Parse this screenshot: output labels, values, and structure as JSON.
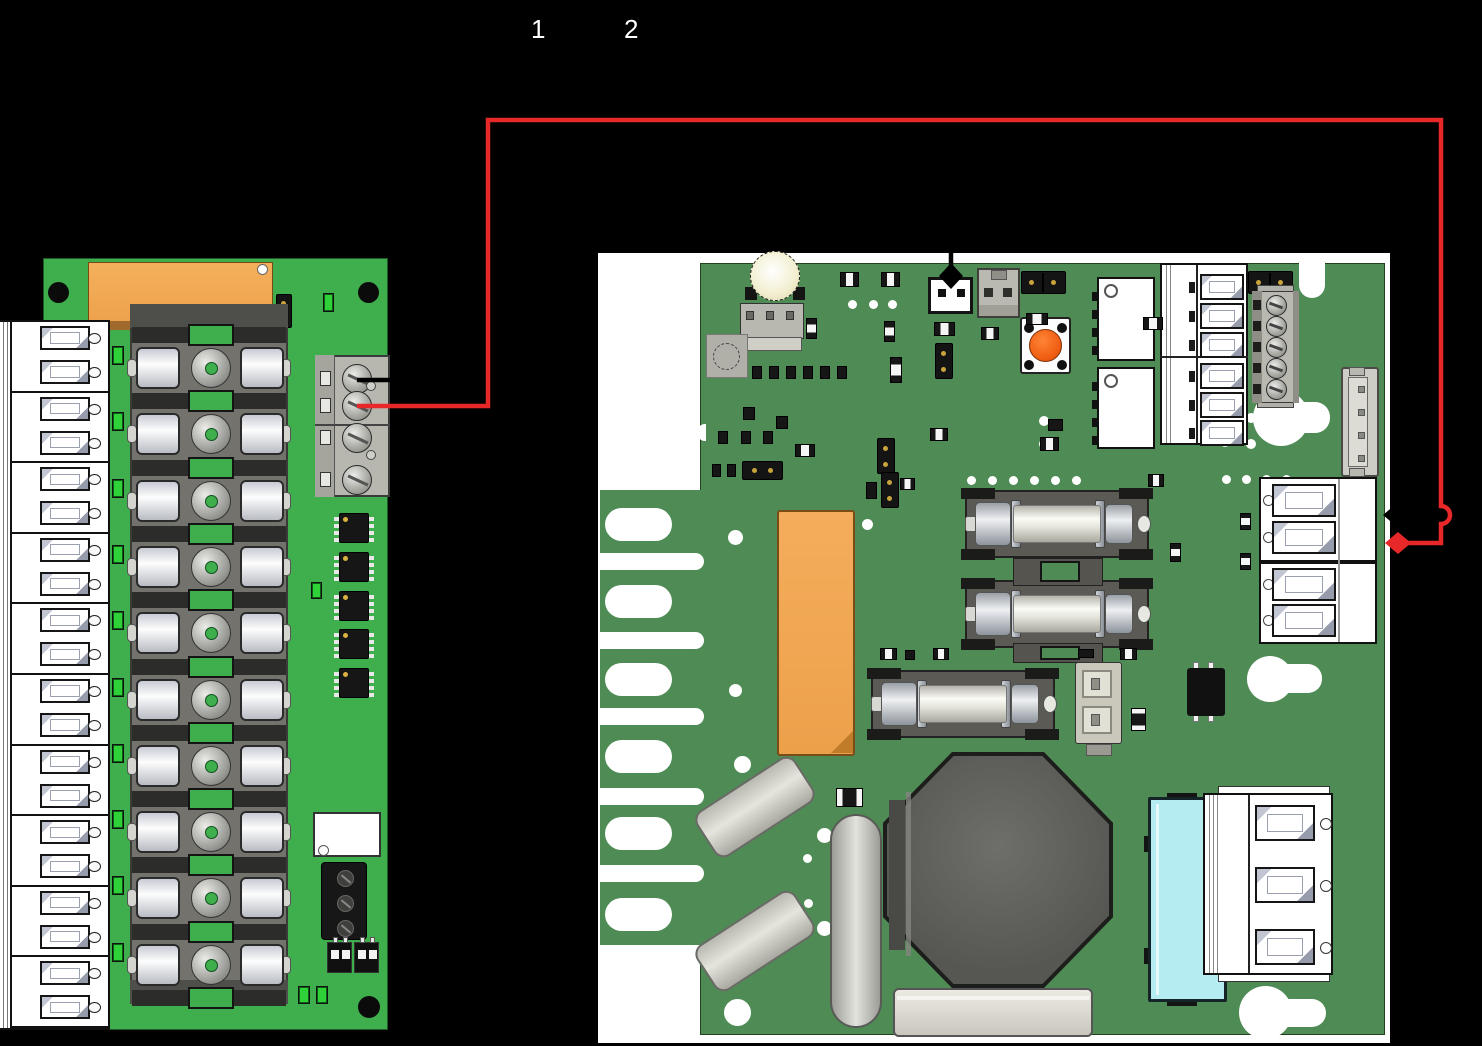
{
  "page": {
    "background_color": "#000000"
  },
  "annotations": {
    "label_1": "1",
    "label_2": "2"
  },
  "wires": {
    "wire_1": {
      "label": "1",
      "color": "#000000",
      "arrowhead": "diamond"
    },
    "wire_2": {
      "label": "2",
      "color": "#e82828",
      "arrowhead": "diamond"
    }
  },
  "left_board": {
    "name": "relay-fuse-board",
    "pcb_color": "#3fae4c",
    "relay_color": "#f2a857",
    "fuse_count": 10,
    "led_count": 10,
    "terminal_groups": 10,
    "terminal_rows_per_group": 2,
    "ic_count": 5,
    "power_terminal_screw_count": 4,
    "output_terminal_screw_count": 3,
    "bottom_connector_count": 2,
    "bottom_led_count": 2
  },
  "right_board": {
    "name": "controller-board",
    "pcb_color": "#4f8c55",
    "fuse_module_count": 3,
    "relay_count": 2,
    "terminal_block_cells": 6,
    "screw_strip_screw_count": 5,
    "side_terminal_cell_count": 4,
    "bottom_terminal_cell_count": 3,
    "pushbutton_color": "#ef5d12",
    "capacitor_color": "#b5ecf2",
    "film_component_color": "#f2a857"
  }
}
